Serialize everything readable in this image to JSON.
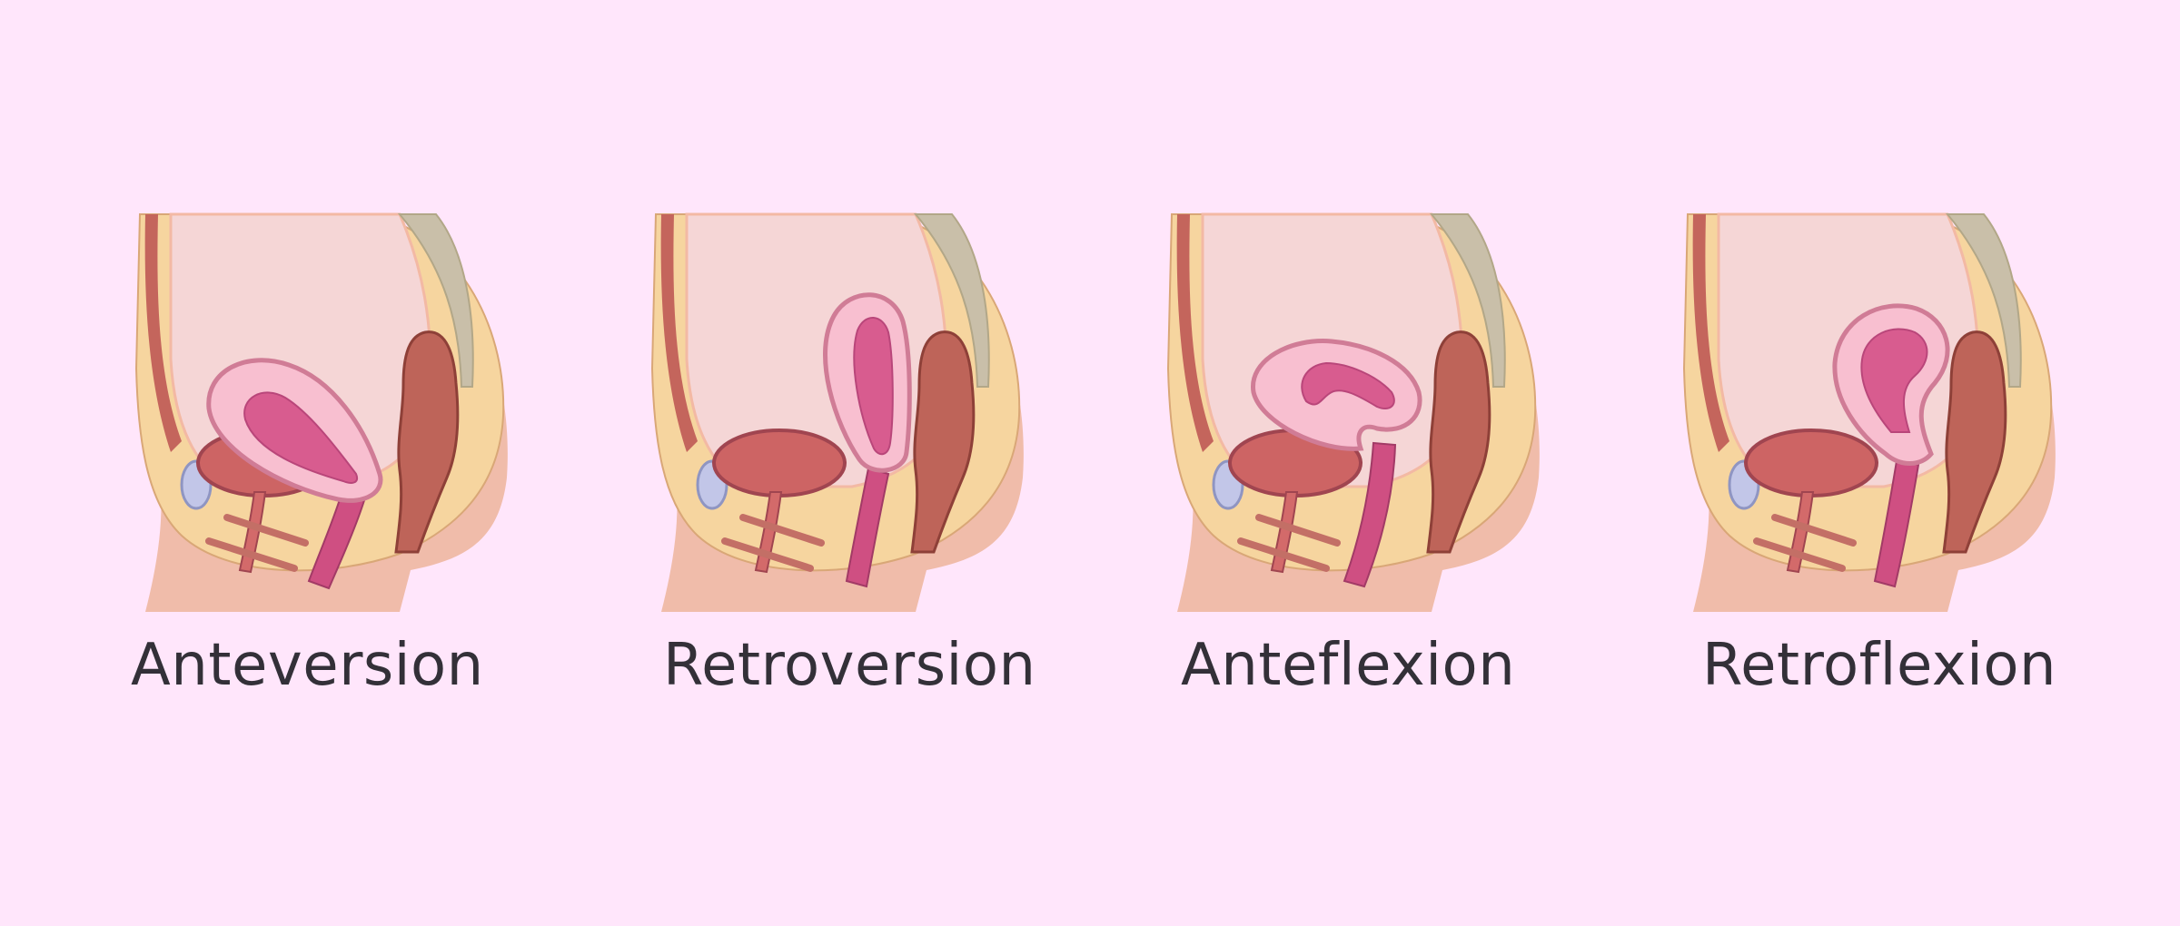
{
  "diagram": {
    "panels": [
      {
        "id": "anteversion",
        "label": "Anteversion",
        "uterus_pose": "tilted-forward"
      },
      {
        "id": "retroversion",
        "label": "Retroversion",
        "uterus_pose": "upright-backward"
      },
      {
        "id": "anteflexion",
        "label": "Anteflexion",
        "uterus_pose": "folded-forward"
      },
      {
        "id": "retroflexion",
        "label": "Retroflexion",
        "uterus_pose": "folded-backward"
      }
    ],
    "colors": {
      "background": "#ffe6fb",
      "skin": "#f0bcaa",
      "fat": "#f6d59f",
      "cavity": "#f5d6d6",
      "uterus_outer": "#f8bfd0",
      "uterus_inner": "#d85c8f",
      "bladder": "#cd6464",
      "rectum": "#be6459",
      "bone": "#c9bfa9",
      "label_text": "#333038"
    },
    "icons": {
      "pelvis": "pelvis-cross-section-icon",
      "uterus": "uterus-icon",
      "bladder": "bladder-icon",
      "rectum": "rectum-icon",
      "pubic_bone": "pubic-bone-icon",
      "spine": "spine-icon"
    }
  }
}
